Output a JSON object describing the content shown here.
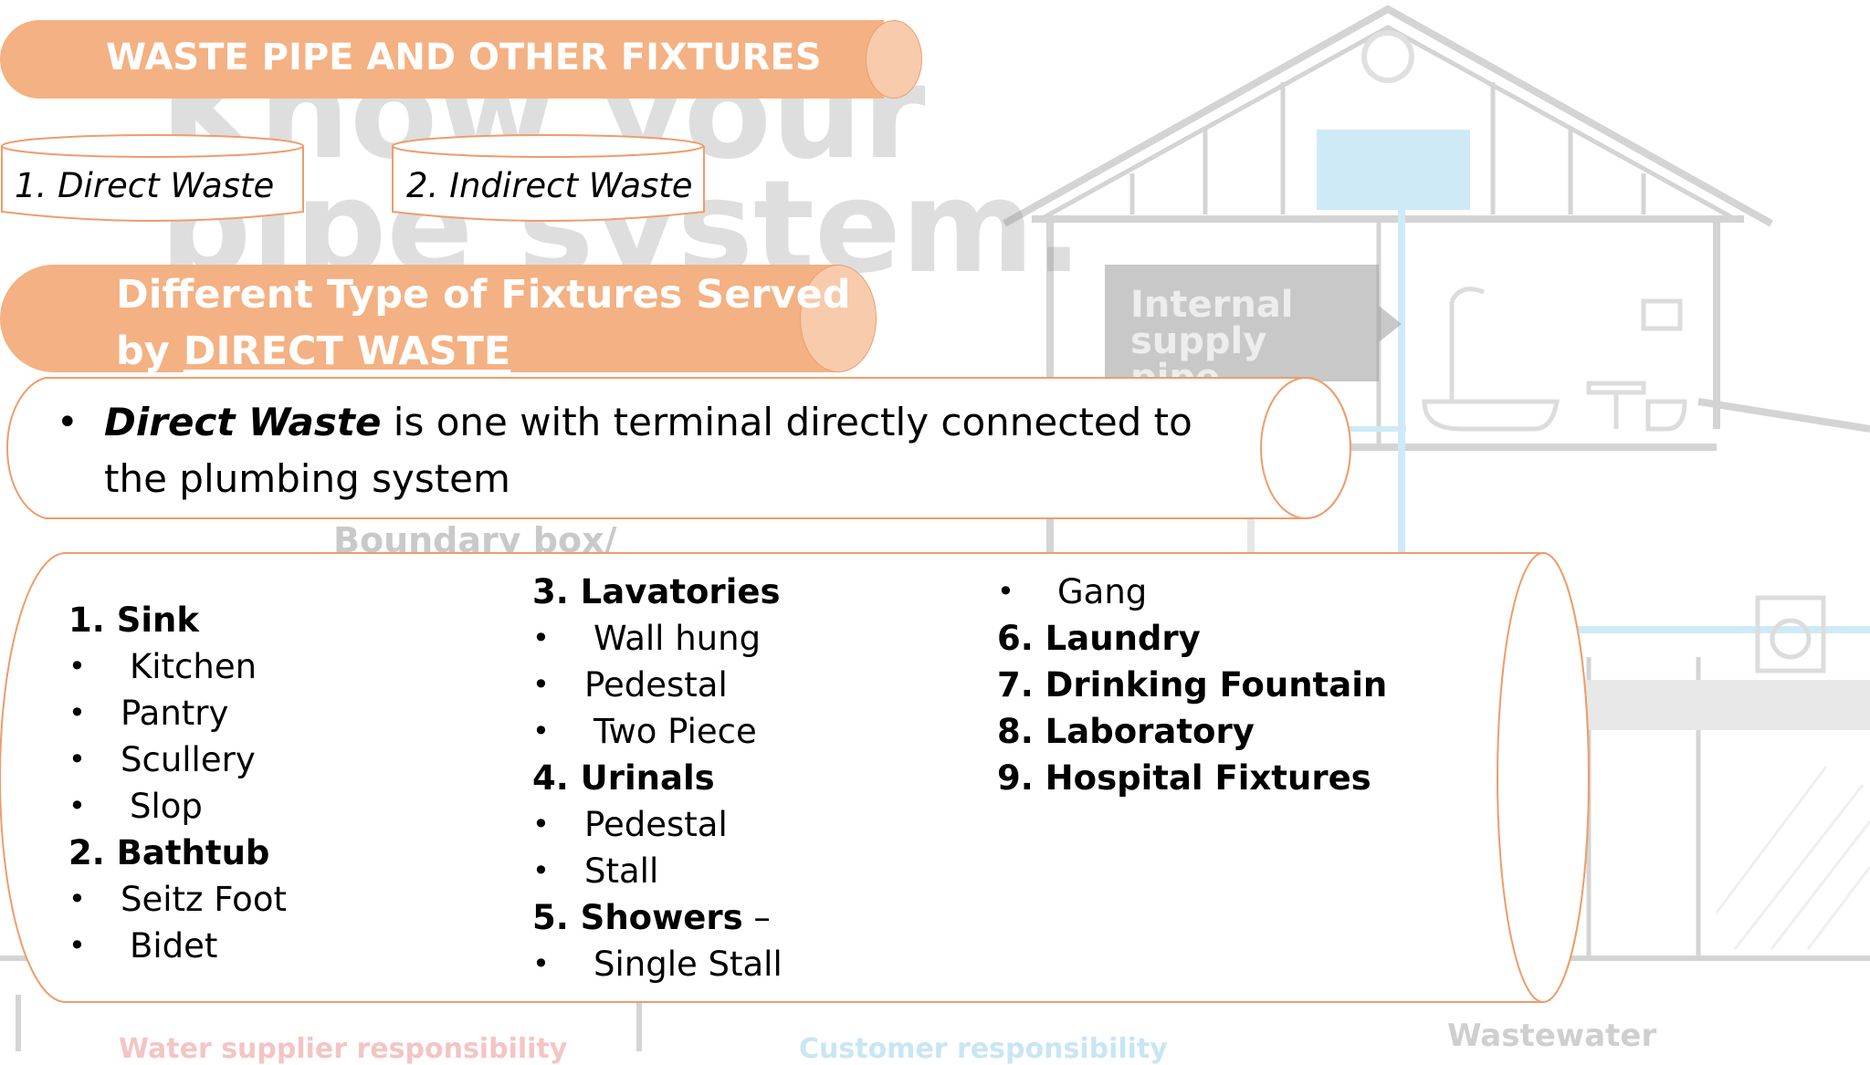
{
  "header": {
    "title": "WASTE PIPE AND OTHER FIXTURES"
  },
  "waste_types": [
    {
      "label": "1. Direct Waste"
    },
    {
      "label": "2. Indirect Waste"
    }
  ],
  "section": {
    "title_line1": "Different Type of Fixtures Served",
    "title_prefix": "by ",
    "title_emphasis": "DIRECT WASTE"
  },
  "definition": {
    "term": "Direct Waste",
    "text": " is one with terminal directly connected to the plumbing system"
  },
  "fixtures": {
    "col1": [
      {
        "kind": "num",
        "label": "1.",
        "text": "Sink"
      },
      {
        "kind": "sub",
        "text": "Kitchen"
      },
      {
        "kind": "sub",
        "text": "Pantry"
      },
      {
        "kind": "sub",
        "text": "Scullery"
      },
      {
        "kind": "sub",
        "text": "Slop"
      },
      {
        "kind": "head",
        "text": "2. Bathtub"
      },
      {
        "kind": "sub",
        "text": "Seitz Foot"
      },
      {
        "kind": "sub",
        "text": "Bidet"
      }
    ],
    "col2": [
      {
        "kind": "head",
        "text": "3. Lavatories"
      },
      {
        "kind": "sub",
        "text": "Wall hung"
      },
      {
        "kind": "sub",
        "text": "Pedestal"
      },
      {
        "kind": "sub",
        "text": "Two Piece"
      },
      {
        "kind": "head",
        "text": "4. Urinals"
      },
      {
        "kind": "sub",
        "text": "Pedestal"
      },
      {
        "kind": "sub",
        "text": "Stall"
      },
      {
        "kind": "head",
        "text": "5. Showers",
        "suffix": " –"
      },
      {
        "kind": "sub",
        "text": "Single Stall"
      }
    ],
    "col3": [
      {
        "kind": "sub",
        "text": "Gang"
      },
      {
        "kind": "head",
        "text": "6. Laundry"
      },
      {
        "kind": "head",
        "text": "7. Drinking Fountain"
      },
      {
        "kind": "head",
        "text": "8. Laboratory"
      },
      {
        "kind": "head",
        "text": "9. Hospital Fixtures"
      }
    ]
  },
  "background": {
    "heading_line1": "Know your",
    "heading_line2": "pipe system.",
    "internal_label": "Internal supply pipe",
    "boundary_label": "Boundary box/",
    "water_label": "Water supplier responsibility",
    "customer_label": "Customer responsibility",
    "wastewater_label": "Wastewater",
    "colors": {
      "accent": "#f4b183",
      "accent_light": "#f8cbad",
      "accent_border": "#ee9d6a",
      "pipe": "#8fd3ef"
    }
  }
}
